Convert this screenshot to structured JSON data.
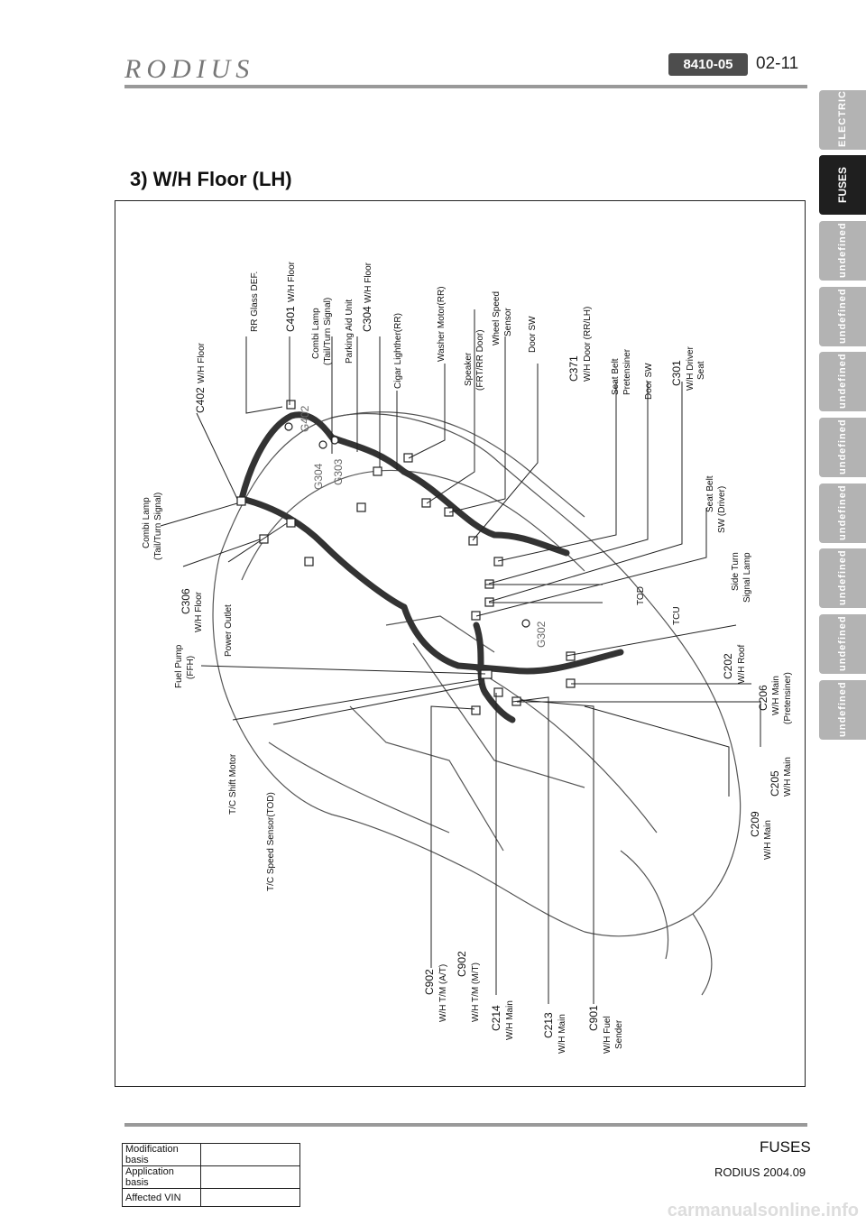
{
  "header": {
    "brand": "RODIUS",
    "section_code": "8410-05",
    "page_number": "02-11"
  },
  "side_tabs": [
    {
      "label": "ELECTRICAL",
      "active": false
    },
    {
      "label": "FUSES",
      "active": true
    },
    {
      "label": "undefined",
      "active": false
    },
    {
      "label": "undefined",
      "active": false
    },
    {
      "label": "undefined",
      "active": false
    },
    {
      "label": "undefined",
      "active": false
    },
    {
      "label": "undefined",
      "active": false
    },
    {
      "label": "undefined",
      "active": false
    },
    {
      "label": "undefined",
      "active": false
    },
    {
      "label": "undefined",
      "active": false
    }
  ],
  "title": "3) W/H Floor (LH)",
  "callouts": {
    "rr_glass": "RR Glass DEF.",
    "c401": "C401",
    "c401_sub": "W/H Floor",
    "combi_rear_1": "Combi Lamp",
    "combi_rear_2": "(Tail/Turn Signal)",
    "parking": "Parking Aid Unit",
    "c304": "C304",
    "c304_sub": "W/H Floor",
    "cigar": "Cigar Lighther(RR)",
    "washer": "Washer Motor(RR)",
    "speaker_1": "Speaker",
    "speaker_2": "(FRT/RR Door)",
    "wheel_1": "Wheel Speed",
    "wheel_2": "Sensor",
    "door_sw_1": "Door SW",
    "c371": "C371",
    "c371_sub": "W/H Door (RR/LH)",
    "belt_pre_1": "Seat Belt",
    "belt_pre_2": "Pretensiner",
    "door_sw_2": "Door SW",
    "c301": "C301",
    "c301_sub1": "W/H Driver",
    "c301_sub2": "Seat",
    "c402": "C402",
    "c402_sub": "W/H Floor",
    "combi_front_1": "Combi Lamp",
    "combi_front_2": "(Tail/Turn Signal)",
    "c306": "C306",
    "c306_sub": "W/H Floor",
    "power_outlet": "Power Outlet",
    "fuel_pump_1": "Fuel Pump",
    "fuel_pump_2": "(FFH)",
    "belt_sw_1": "Seat Belt",
    "belt_sw_2": "SW (Driver)",
    "side_turn_1": "Side Turn",
    "side_turn_2": "Signal Lamp",
    "tod": "TOD",
    "tcu": "TCU",
    "c202": "C202",
    "c202_sub": "W/H Roof",
    "c206": "C206",
    "c206_sub1": "W/H Main",
    "c206_sub2": "(Pretensiner)",
    "c205": "C205",
    "c205_sub": "W/H Main",
    "c209": "C209",
    "c209_sub": "W/H Main",
    "tc_shift": "T/C Shift Motor",
    "tc_speed": "T/C Speed Sensor(TOD)",
    "c902a": "C902",
    "c902a_sub": "W/H T/M (A/T)",
    "c902b": "C902",
    "c902b_sub": "W/H T/M (M/T)",
    "c214": "C214",
    "c214_sub": "W/H Main",
    "c213": "C213",
    "c213_sub": "W/H Main",
    "c901": "C901",
    "c901_sub1": "W/H Fuel",
    "c901_sub2": "Sender",
    "g402": "G402",
    "g304": "G304",
    "g303": "G303",
    "g302": "G302"
  },
  "footer": {
    "section": "FUSES",
    "model_date": "RODIUS 2004.09",
    "rows": [
      {
        "label": "Modification basis",
        "value": ""
      },
      {
        "label": "Application basis",
        "value": ""
      },
      {
        "label": "Affected VIN",
        "value": ""
      }
    ]
  },
  "watermark": "carmanualsonline.info"
}
